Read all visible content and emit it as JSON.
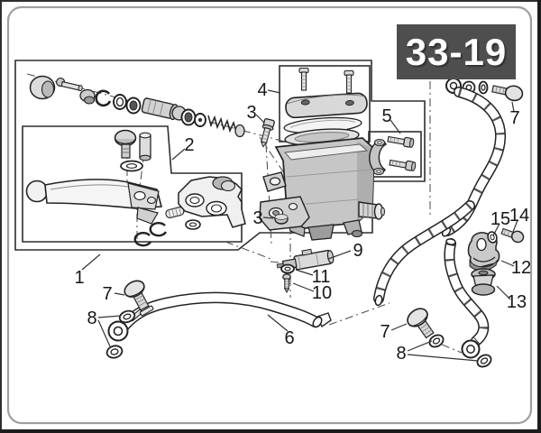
{
  "page_code": "33-19",
  "colors": {
    "code_box_bg": "#4e4e4e",
    "code_box_text": "#ffffff",
    "line": "#222222",
    "paper": "#ffffff",
    "frame_border": "#9e9e9e"
  },
  "callouts": [
    {
      "num": "1"
    },
    {
      "num": "2"
    },
    {
      "num": "3"
    },
    {
      "num": "3"
    },
    {
      "num": "4"
    },
    {
      "num": "5"
    },
    {
      "num": "6"
    },
    {
      "num": "7"
    },
    {
      "num": "7"
    },
    {
      "num": "7"
    },
    {
      "num": "8"
    },
    {
      "num": "8"
    },
    {
      "num": "9"
    },
    {
      "num": "10"
    },
    {
      "num": "11"
    },
    {
      "num": "12"
    },
    {
      "num": "13"
    },
    {
      "num": "14"
    },
    {
      "num": "15"
    }
  ]
}
